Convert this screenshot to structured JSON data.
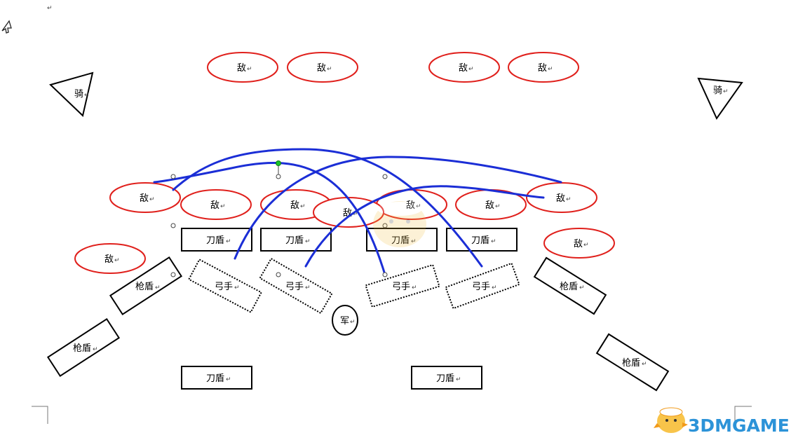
{
  "labels": {
    "enemy": "敌",
    "cavalry": "骑",
    "sword_shield": "刀盾",
    "spear_shield": "枪盾",
    "archer": "弓手",
    "commander": "军",
    "para_mark": "↵"
  },
  "watermark": {
    "text": "3DMGAME"
  },
  "colors": {
    "enemy_outline": "#e0201c",
    "arrow_path": "#1b2ed6",
    "unit_outline": "#000000",
    "watermark_blue": "#2c93d8",
    "watermark_orange": "#f19a1a",
    "handle_green": "#19c22b"
  }
}
